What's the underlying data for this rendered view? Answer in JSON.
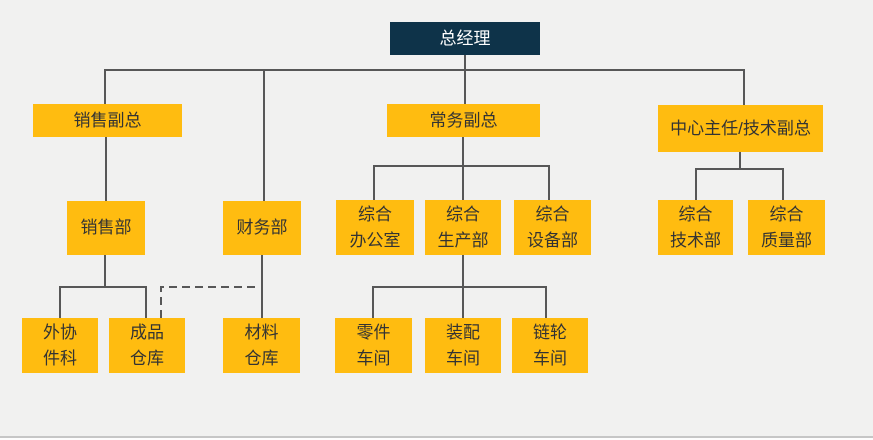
{
  "colors": {
    "canvas_bg": "#f1f1f0",
    "node_fill": "#ffbc10",
    "node_text": "#333333",
    "root_fill": "#0e3349",
    "root_text": "#ffffff",
    "line": "#575757",
    "page_divider": "#c6c6c6",
    "page_below": "#fdfdfd"
  },
  "org_chart": {
    "nodes": {
      "general_manager": {
        "label": "总经理",
        "level": 1
      },
      "sales_vp": {
        "label": "销售副总",
        "level": 2
      },
      "executive_vp": {
        "label": "常务副总",
        "level": 2
      },
      "center_director": {
        "label": "中心主任/技术副总",
        "level": 2
      },
      "sales_dept": {
        "label": "销售部",
        "level": 3
      },
      "finance_dept": {
        "label": "财务部",
        "level": 3
      },
      "general_office": {
        "label": "综合\n办公室",
        "level": 3
      },
      "general_production": {
        "label": "综合\n生产部",
        "level": 3
      },
      "general_equipment": {
        "label": "综合\n设备部",
        "level": 3
      },
      "general_technology": {
        "label": "综合\n技术部",
        "level": 3
      },
      "general_quality": {
        "label": "综合\n质量部",
        "level": 3
      },
      "outsourced_parts": {
        "label": "外协\n件科",
        "level": 4
      },
      "finished_goods_warehouse": {
        "label": "成品\n仓库",
        "level": 4
      },
      "material_warehouse": {
        "label": "材料\n仓库",
        "level": 4
      },
      "parts_workshop": {
        "label": "零件\n车间",
        "level": 4
      },
      "assembly_workshop": {
        "label": "装配\n车间",
        "level": 4
      },
      "sprocket_workshop": {
        "label": "链轮\n车间",
        "level": 4
      }
    },
    "edges": [
      {
        "from": "general_manager",
        "to": "sales_vp",
        "style": "solid"
      },
      {
        "from": "general_manager",
        "to": "executive_vp",
        "style": "solid"
      },
      {
        "from": "general_manager",
        "to": "center_director",
        "style": "solid"
      },
      {
        "from": "general_manager",
        "to": "finance_dept",
        "style": "solid"
      },
      {
        "from": "sales_vp",
        "to": "sales_dept",
        "style": "solid"
      },
      {
        "from": "executive_vp",
        "to": "general_office",
        "style": "solid"
      },
      {
        "from": "executive_vp",
        "to": "general_production",
        "style": "solid"
      },
      {
        "from": "executive_vp",
        "to": "general_equipment",
        "style": "solid"
      },
      {
        "from": "center_director",
        "to": "general_technology",
        "style": "solid"
      },
      {
        "from": "center_director",
        "to": "general_quality",
        "style": "solid"
      },
      {
        "from": "sales_dept",
        "to": "outsourced_parts",
        "style": "solid"
      },
      {
        "from": "sales_dept",
        "to": "finished_goods_warehouse",
        "style": "solid"
      },
      {
        "from": "finance_dept",
        "to": "material_warehouse",
        "style": "solid"
      },
      {
        "from": "general_production",
        "to": "parts_workshop",
        "style": "solid"
      },
      {
        "from": "general_production",
        "to": "assembly_workshop",
        "style": "solid"
      },
      {
        "from": "general_production",
        "to": "sprocket_workshop",
        "style": "solid"
      },
      {
        "from": "finished_goods_warehouse",
        "to": "finance_dept",
        "style": "dashed"
      }
    ]
  }
}
